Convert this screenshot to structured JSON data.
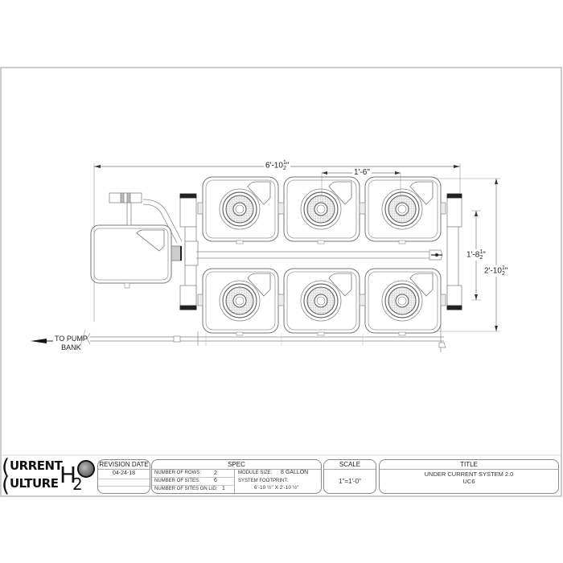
{
  "drawing": {
    "dimensions": {
      "overall_length": "6'-10",
      "overall_length_frac": "1/2",
      "module_spacing": "1'-6\"",
      "row_spacing": "1'-8",
      "row_spacing_frac": "1/2",
      "overall_width": "2'-10",
      "overall_width_frac": "1/2"
    },
    "annotation": {
      "line1": "TO PUMP",
      "line2": "BANK"
    },
    "rows": 2,
    "modules_per_row": 3
  },
  "title_block": {
    "logo": {
      "word1": "URRENT",
      "word2": "ULTURE",
      "brand_mark": "H2O"
    },
    "revision": {
      "header": "REVISION DATE",
      "date": "04-24-18"
    },
    "spec": {
      "header": "SPEC",
      "rows_label": "NUMBER OF ROWS:",
      "rows_value": "2",
      "sites_label": "NUMBER OF SITES:",
      "sites_value": "6",
      "sites_lid_label": "NUMBER OF SITES ON LID:",
      "sites_lid_value": "1",
      "module_size_label": "MODULE SIZE:",
      "module_size_value": "8 GALLON",
      "footprint_label": "SYSTEM FOOTPRINT:",
      "footprint_value": "6'-10 ½\" X 2'-10 ½\""
    },
    "scale": {
      "header": "SCALE",
      "value": "1\"=1'-0\""
    },
    "title": {
      "header": "TITLE",
      "line1": "UNDER CURRENT SYSTEM 2.0",
      "line2": "UC6"
    }
  },
  "colors": {
    "line": "#8a8a8a",
    "dark_line": "#222222",
    "mesh": "#d0d0d0"
  }
}
